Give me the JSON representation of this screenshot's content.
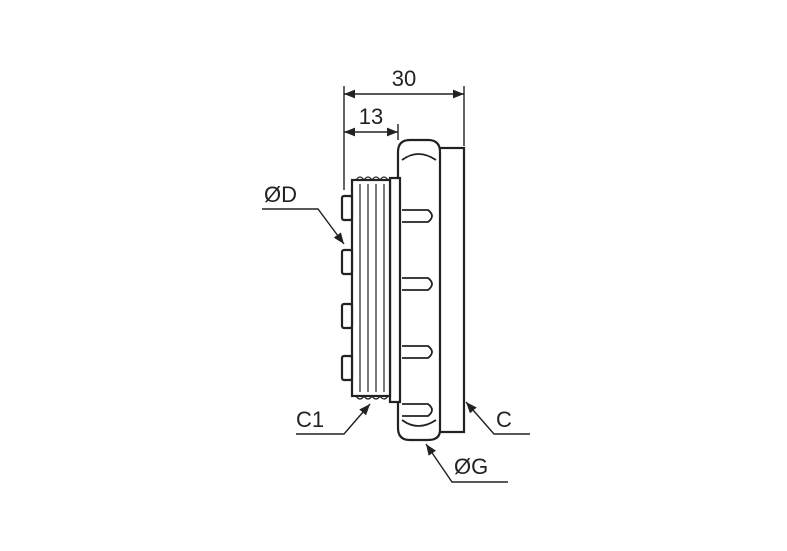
{
  "labels": {
    "dim_overall": "30",
    "dim_thread": "13",
    "diameter_d": "ØD",
    "thread_c1": "C1",
    "face_c": "C",
    "diameter_g": "ØG"
  }
}
